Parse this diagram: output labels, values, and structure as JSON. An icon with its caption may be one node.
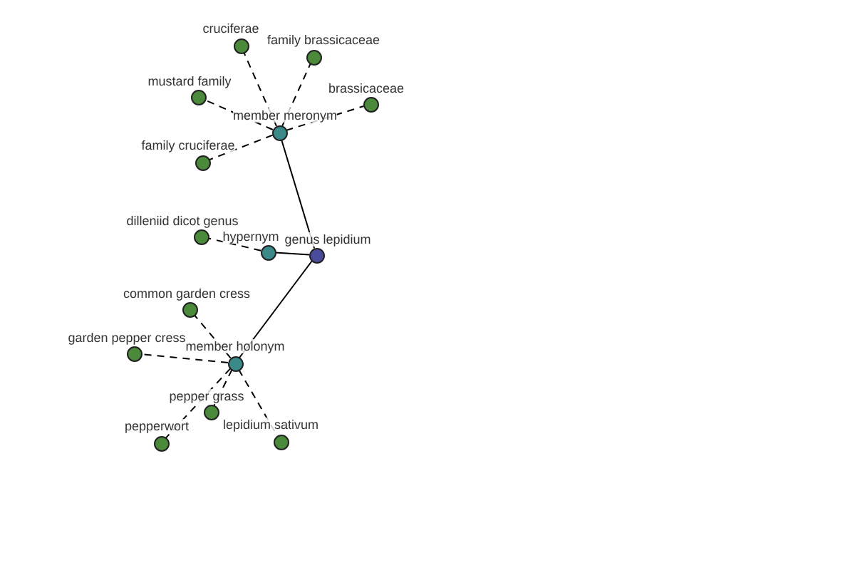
{
  "diagram": {
    "nodes": [
      {
        "text": [],
        "shape": "circle",
        "beside": [
          "genus lepidium"
        ]
      },
      {
        "text": [],
        "shape": "circle",
        "beside": [
          "member meronym"
        ]
      },
      {
        "text": [],
        "shape": "circle",
        "beside": [
          "hypernym"
        ]
      },
      {
        "text": [],
        "shape": "circle",
        "beside": [
          "member holonym"
        ]
      },
      {
        "text": [],
        "shape": "circle",
        "beside": [
          "cruciferae"
        ]
      },
      {
        "text": [],
        "shape": "circle",
        "beside": [
          "family brassicaceae"
        ]
      },
      {
        "text": [],
        "shape": "circle",
        "beside": [
          "mustard family"
        ]
      },
      {
        "text": [],
        "shape": "circle",
        "beside": [
          "brassicaceae"
        ]
      },
      {
        "text": [],
        "shape": "circle",
        "beside": [
          "family cruciferae"
        ]
      },
      {
        "text": [],
        "shape": "circle",
        "beside": [
          "dilleniid dicot genus"
        ]
      },
      {
        "text": [],
        "shape": "circle",
        "beside": [
          "common garden cress"
        ]
      },
      {
        "text": [],
        "shape": "circle",
        "beside": [
          "garden pepper cress"
        ]
      },
      {
        "text": [],
        "shape": "circle",
        "beside": [
          "pepper grass"
        ]
      },
      {
        "text": [],
        "shape": "circle",
        "beside": [
          "pepperwort"
        ]
      },
      {
        "text": [],
        "shape": "circle",
        "beside": [
          "lepidium sativum"
        ]
      }
    ],
    "edges": [
      {
        "from": 0,
        "to": 1,
        "arrow": "none"
      },
      {
        "from": 0,
        "to": 2,
        "arrow": "none"
      },
      {
        "from": 0,
        "to": 3,
        "arrow": "none"
      },
      {
        "from": 1,
        "to": 4,
        "arrow": "none",
        "style": "dashed"
      },
      {
        "from": 1,
        "to": 5,
        "arrow": "none",
        "style": "dashed"
      },
      {
        "from": 1,
        "to": 6,
        "arrow": "none",
        "style": "dashed"
      },
      {
        "from": 1,
        "to": 7,
        "arrow": "none",
        "style": "dashed"
      },
      {
        "from": 1,
        "to": 8,
        "arrow": "none",
        "style": "dashed"
      },
      {
        "from": 2,
        "to": 9,
        "arrow": "none",
        "style": "dashed"
      },
      {
        "from": 3,
        "to": 10,
        "arrow": "none",
        "style": "dashed"
      },
      {
        "from": 3,
        "to": 11,
        "arrow": "none",
        "style": "dashed"
      },
      {
        "from": 3,
        "to": 12,
        "arrow": "none",
        "style": "dashed"
      },
      {
        "from": 3,
        "to": 13,
        "arrow": "none",
        "style": "dashed"
      },
      {
        "from": 3,
        "to": 14,
        "arrow": "none",
        "style": "dashed"
      }
    ]
  }
}
